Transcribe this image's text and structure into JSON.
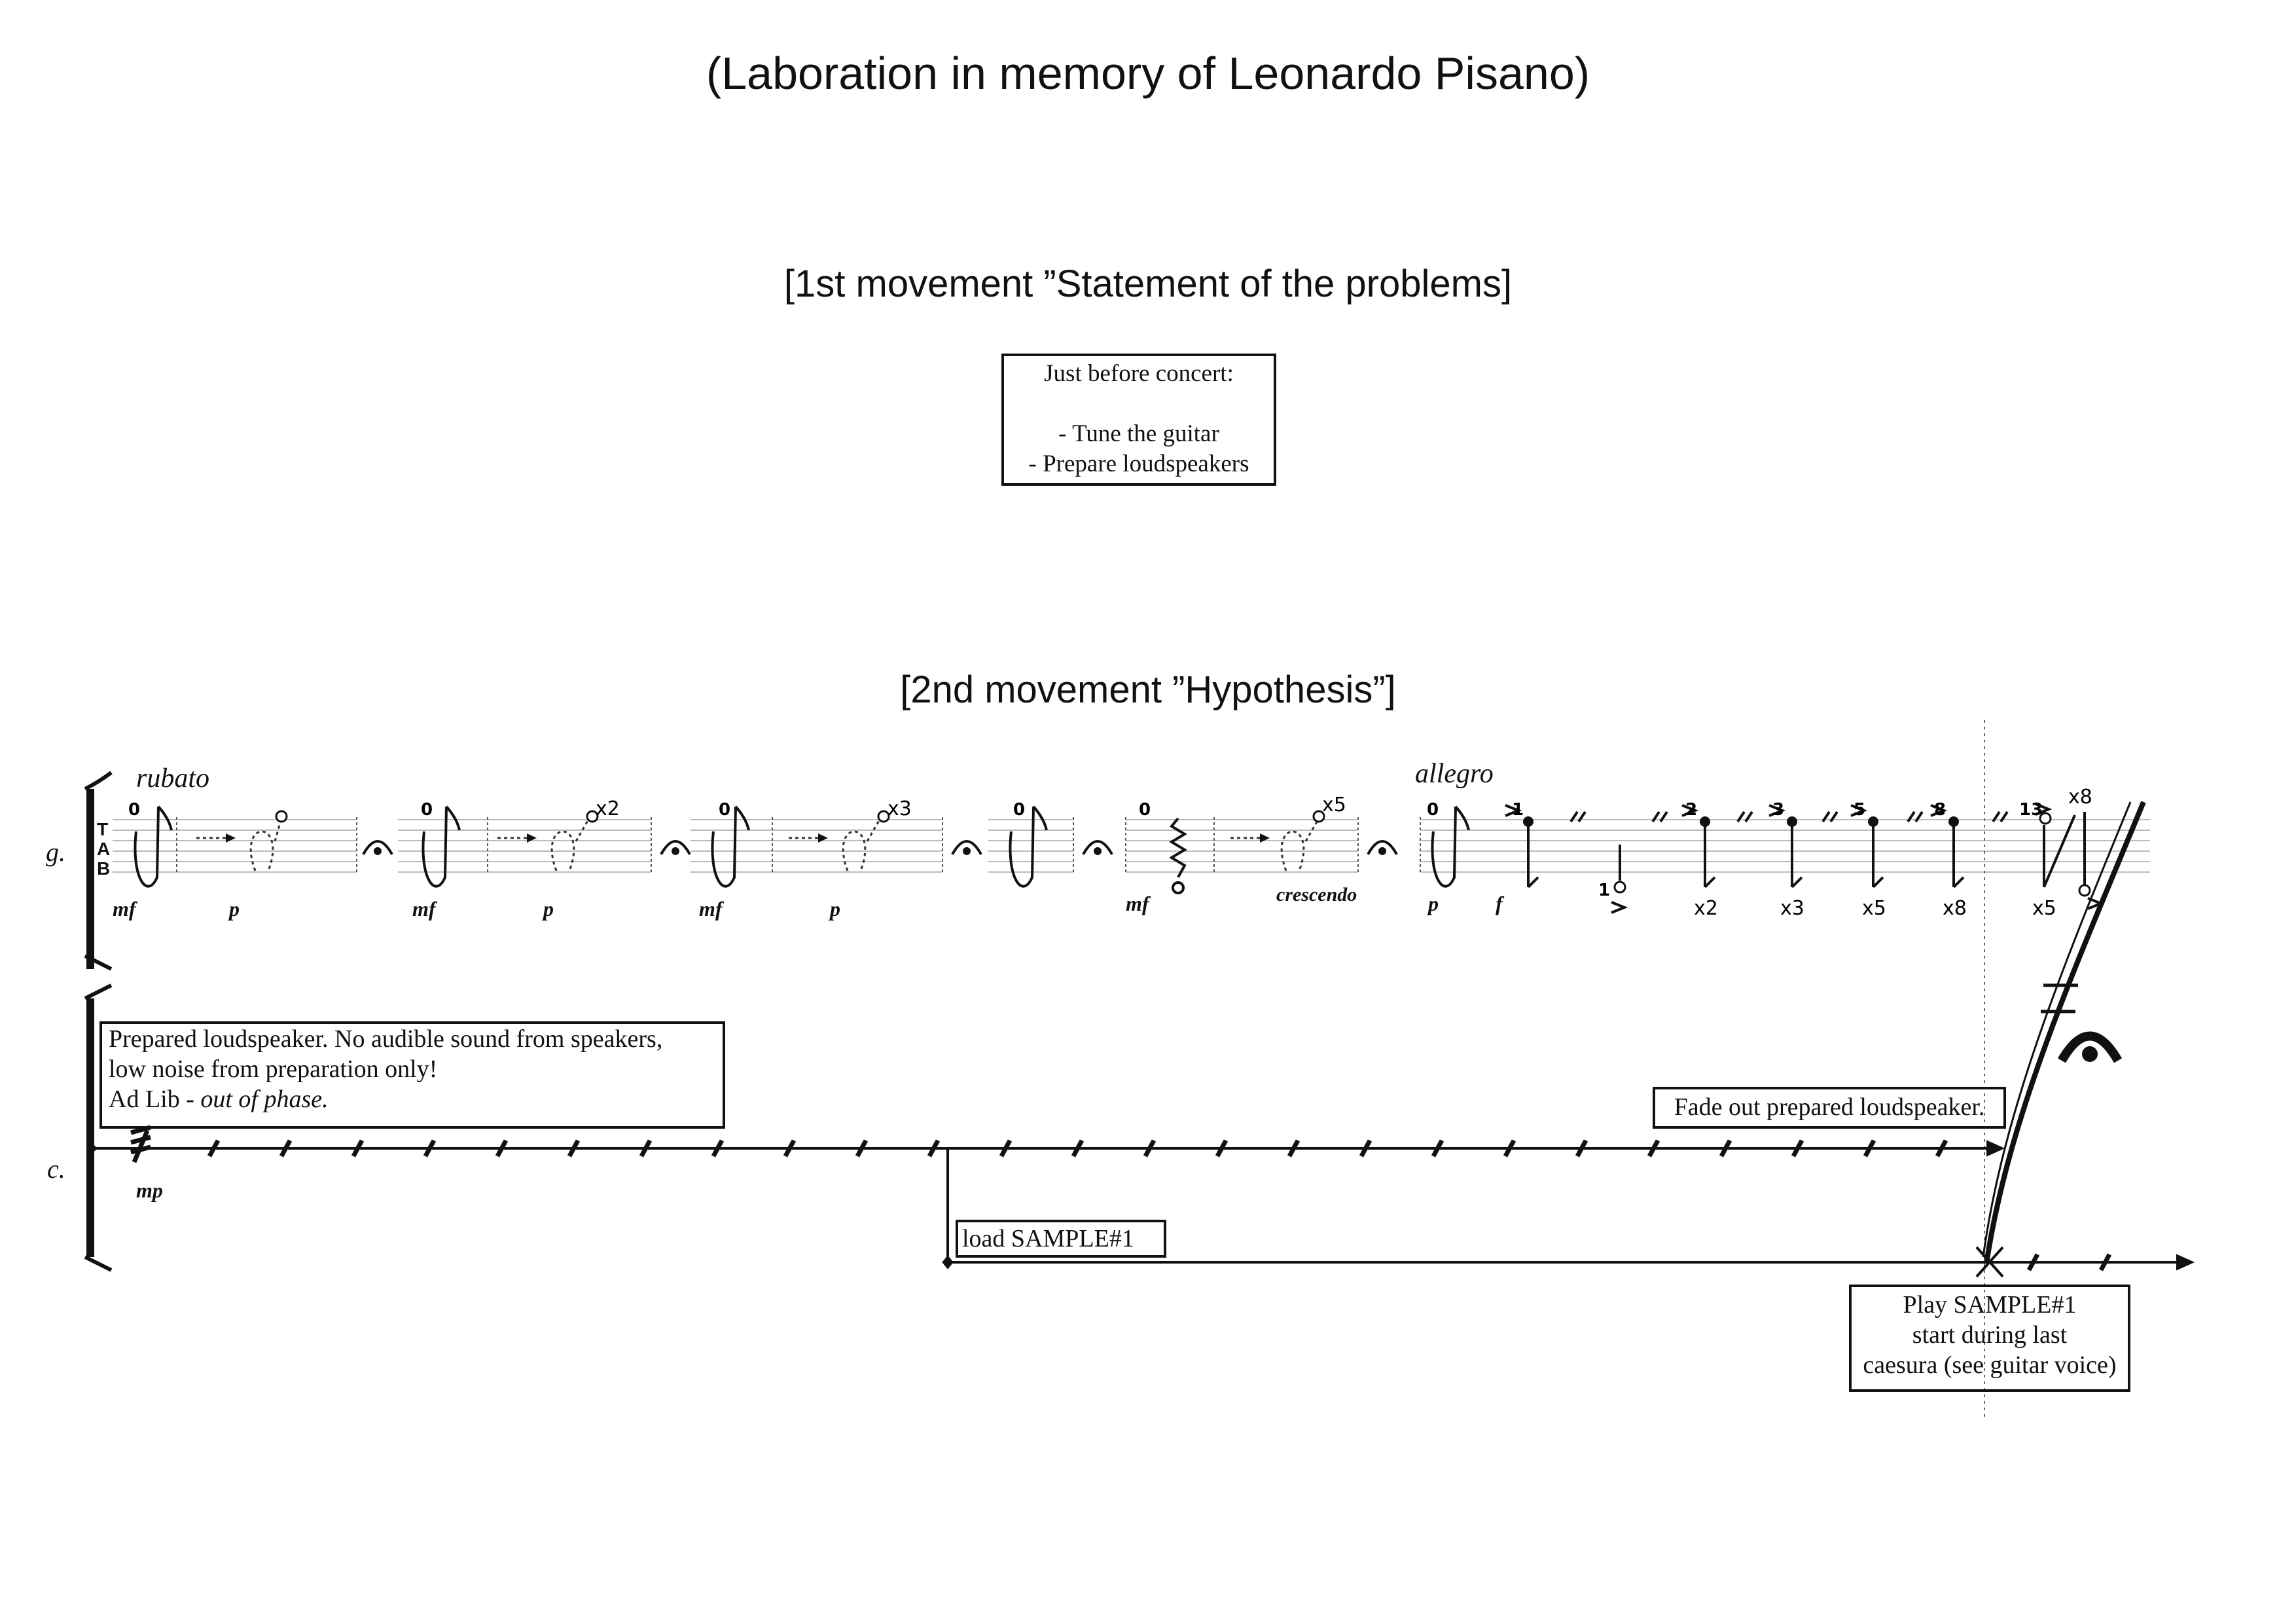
{
  "title": "(Laboration in memory of Leonardo Pisano)",
  "movement1": {
    "title": "[1st movement ”Statement of the problems]",
    "box": {
      "line1": "Just before concert:",
      "line2": "- Tune the guitar",
      "line3": "- Prepare loudspeakers"
    }
  },
  "movement2": {
    "title": "[2nd movement ”Hypothesis”]",
    "guitar": {
      "label": "g.",
      "tab_letters": [
        "T",
        "A",
        "B"
      ],
      "tempo_start": "rubato",
      "tempo_allegro": "allegro",
      "dynamics": [
        "mf",
        "p",
        "mf",
        "p",
        "mf",
        "p",
        "mf",
        "crescendo",
        "p",
        "f"
      ],
      "frets": [
        "0",
        "0",
        "0",
        "0",
        "0",
        "0",
        "1",
        "1",
        "2",
        "3",
        "5",
        "8",
        "13"
      ],
      "loop_repeats": [
        "x2",
        "x3",
        "x5"
      ],
      "allegro_repeats": [
        "x2",
        "x3",
        "x5",
        "x8",
        "x5",
        "x8"
      ]
    },
    "electronics": {
      "label": "c.",
      "dynamic": "mp",
      "note_prepared_line1": "Prepared loudspeaker. No audible sound from speakers,",
      "note_prepared_line2": "low noise from preparation only!",
      "note_prepared_line3_prefix": "Ad Lib - ",
      "note_prepared_line3_italic": "out of  phase.",
      "note_fade": "Fade out prepared loudspeaker.",
      "note_load": "load SAMPLE#1",
      "note_play_line1": "Play SAMPLE#1",
      "note_play_line2": "start during last",
      "note_play_line3": "caesura (see guitar voice)"
    }
  }
}
